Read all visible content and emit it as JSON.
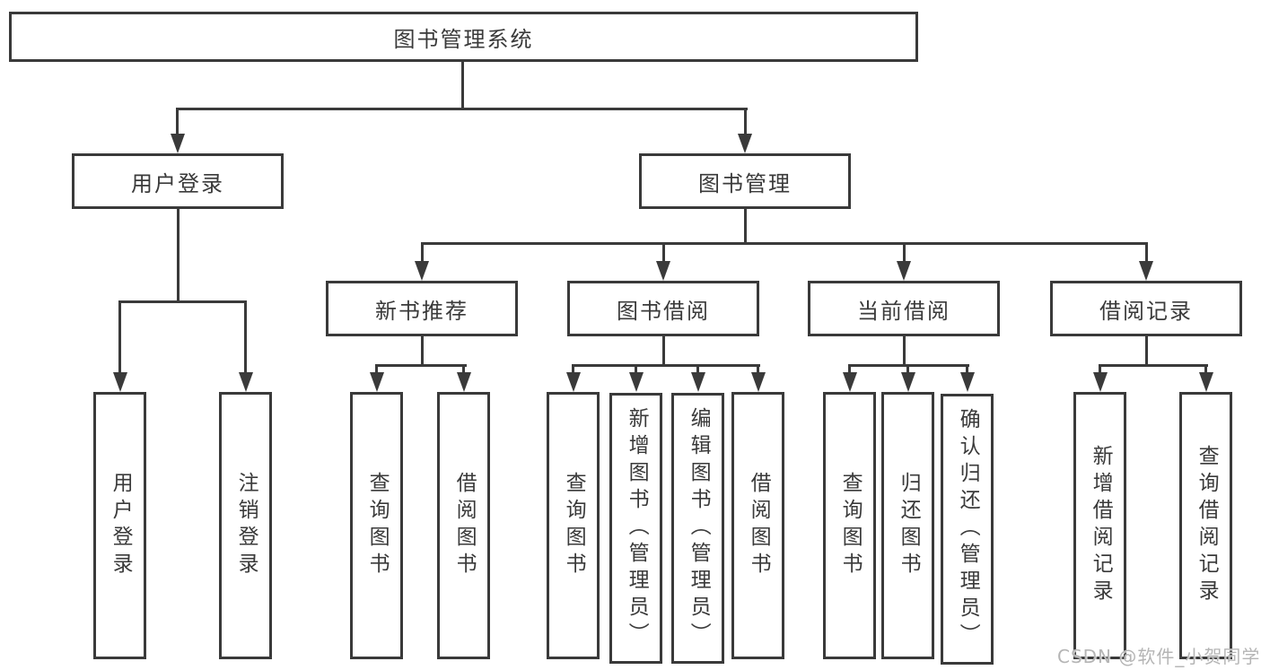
{
  "root": {
    "label": "图书管理系统"
  },
  "level2": [
    {
      "label": "用户登录",
      "children": [
        {
          "label": "用户登录"
        },
        {
          "label": "注销登录"
        }
      ]
    },
    {
      "label": "图书管理",
      "children": [
        {
          "label": "新书推荐",
          "children": [
            {
              "label": "查询图书"
            },
            {
              "label": "借阅图书"
            }
          ]
        },
        {
          "label": "图书借阅",
          "children": [
            {
              "label": "查询图书"
            },
            {
              "label": "新增图书（管理员）"
            },
            {
              "label": "编辑图书（管理员）"
            },
            {
              "label": "借阅图书"
            }
          ]
        },
        {
          "label": "当前借阅",
          "children": [
            {
              "label": "查询图书"
            },
            {
              "label": "归还图书"
            },
            {
              "label": "确认归还（管理员）"
            }
          ]
        },
        {
          "label": "借阅记录",
          "children": [
            {
              "label": "新增借阅记录"
            },
            {
              "label": "查询借阅记录"
            }
          ]
        }
      ]
    }
  ],
  "watermark": {
    "label": "CSDN @软件_小贺同学"
  },
  "colors": {
    "line": "#3a3a3a",
    "text": "#3a3a3a",
    "watermark": "#b5b5b5",
    "background": "#ffffff"
  }
}
